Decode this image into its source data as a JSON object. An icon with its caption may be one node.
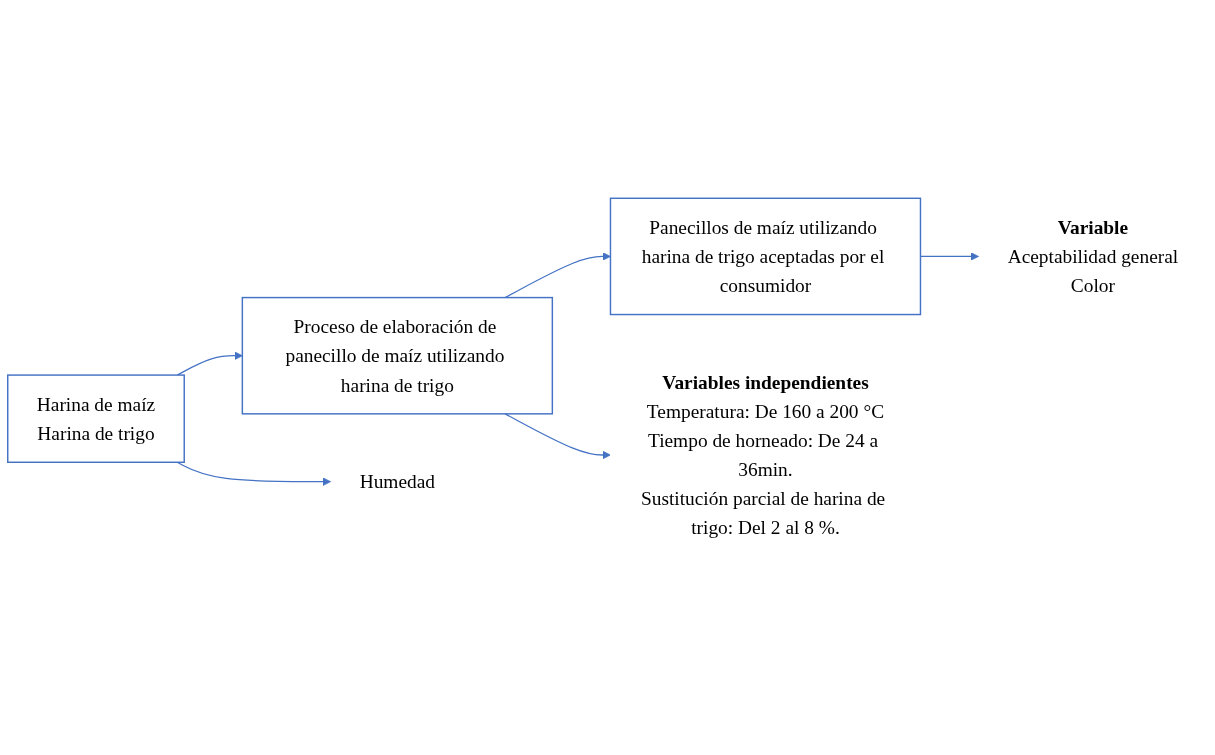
{
  "diagram": {
    "nodes": [
      {
        "text": [
          "Harina de maíz",
          "Harina de trigo"
        ]
      },
      {
        "text": [
          "Proceso de elaboración de panecillo de maíz utilizando harina de trigo"
        ]
      },
      {
        "text": [
          "Panecillos de maíz utilizando harina de trigo aceptadas por el consumidor"
        ]
      },
      {
        "text": [
          "Humedad"
        ]
      },
      {
        "text": [
          "Variables independientes",
          "Temperatura: De 160 a 200 °C",
          "Tiempo de horneado: De 24 a 36min.",
          "Sustitución parcial de harina de trigo: Del 2 al 8 %."
        ]
      },
      {
        "text": [
          "Variable",
          "Aceptabilidad general",
          "Color"
        ]
      }
    ],
    "edges": [
      {
        "from": 0,
        "to": 3,
        "arrow": "to"
      },
      {
        "from": 1,
        "to": 4,
        "arrow": "to"
      },
      {
        "from": 0,
        "to": 1,
        "arrow": "to"
      },
      {
        "from": 1,
        "to": 2,
        "arrow": "to"
      },
      {
        "from": 2,
        "to": 5,
        "arrow": "to"
      }
    ]
  }
}
